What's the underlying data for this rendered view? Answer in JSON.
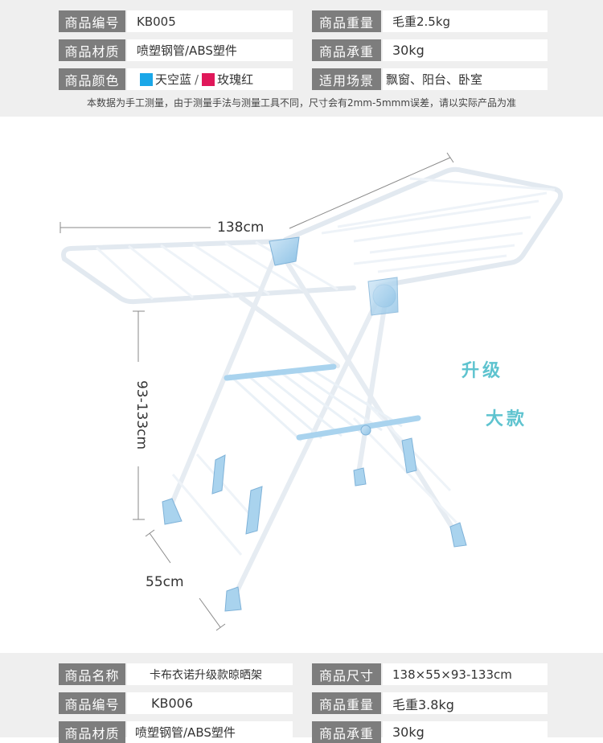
{
  "top_specs": {
    "rows": [
      {
        "left_label": "商品编号",
        "left_value": "KB005",
        "right_label": "商品重量",
        "right_value": "毛重2.5kg"
      },
      {
        "left_label": "商品材质",
        "left_value": "喷塑钢管/ABS塑件",
        "right_label": "商品承重",
        "right_value": "30kg"
      },
      {
        "left_label": "商品颜色",
        "right_label": "适用场景",
        "right_value": "飘窗、阳台、卧室"
      }
    ],
    "colors": [
      {
        "name": "天空蓝",
        "hex": "#1aa7e8"
      },
      {
        "name": "玫瑰红",
        "hex": "#e0185a"
      }
    ],
    "note": "本数据为手工测量，由于测量手法与测量工具不同，尺寸会有2mm-5mmm误差，请以实际产品为准"
  },
  "product_image": {
    "width_dim": "138cm",
    "height_dim": "93-133cm",
    "depth_dim": "55cm",
    "badge_line1": "升级",
    "badge_line2": "大款",
    "frame_color": "#f7fafd",
    "accent_color": "#a9d3ee"
  },
  "bottom_specs": {
    "rows": [
      {
        "left_label": "商品名称",
        "left_value": "卡布衣诺升级款晾晒架",
        "right_label": "商品尺寸",
        "right_value": "138×55×93-133cm"
      },
      {
        "left_label": "商品编号",
        "left_value": "KB006",
        "right_label": "商品重量",
        "right_value": "毛重3.8kg"
      },
      {
        "left_label": "商品材质",
        "left_value": "喷塑钢管/ABS塑件",
        "right_label": "商品承重",
        "right_value": "30kg"
      }
    ]
  }
}
